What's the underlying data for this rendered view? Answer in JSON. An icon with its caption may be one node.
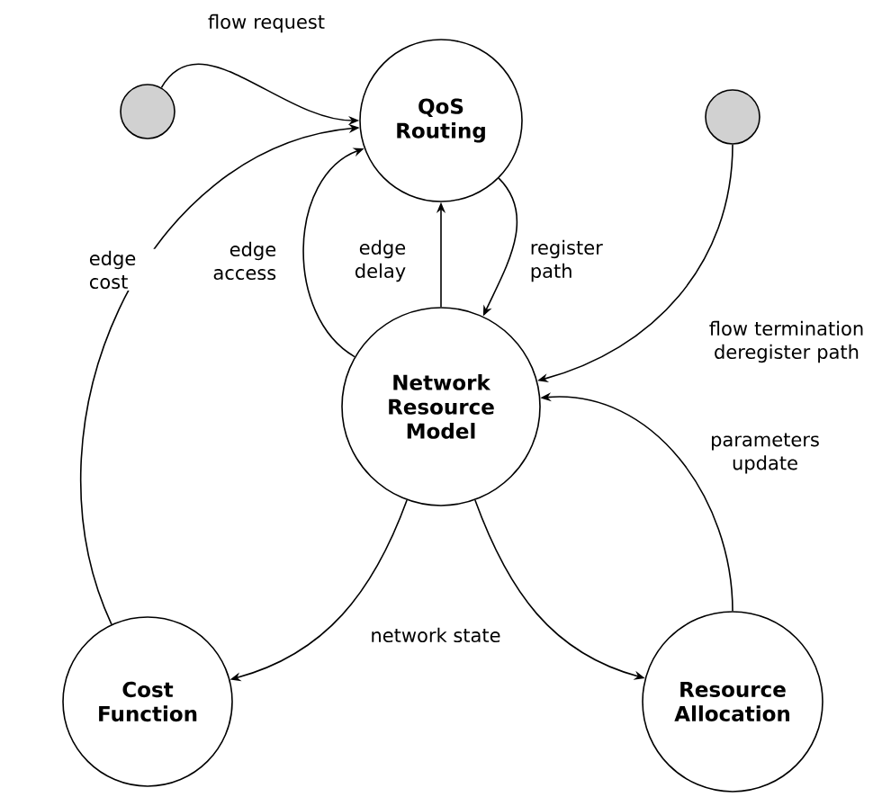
{
  "diagram": {
    "nodes": [
      {
        "text": [],
        "shape": "circle"
      },
      {
        "text": [
          "QoS Routing"
        ]
      },
      {
        "text": [],
        "shape": "circle"
      },
      {
        "text": [
          "Network Resource Model"
        ]
      },
      {
        "text": [
          "Cost Function"
        ]
      },
      {
        "text": [
          "Resource Allocation"
        ]
      }
    ],
    "edges": [
      {
        "from": 0,
        "to": 1,
        "arrow": "to",
        "label": "flow request"
      },
      {
        "from": 4,
        "to": 1,
        "arrow": "to",
        "label": "edge cost"
      },
      {
        "from": 3,
        "to": 1,
        "arrow": "to",
        "label": "edge access"
      },
      {
        "from": 3,
        "to": 1,
        "arrow": "to",
        "label": "edge delay"
      },
      {
        "from": 1,
        "to": 3,
        "arrow": "to",
        "label": "register path"
      },
      {
        "from": 2,
        "to": 3,
        "arrow": "to",
        "label": "flow termination deregister path"
      },
      {
        "from": 3,
        "to": 4,
        "arrow": "to"
      },
      {
        "from": 3,
        "to": 5,
        "arrow": "to"
      },
      {
        "from": 5,
        "to": 3,
        "arrow": "to",
        "label": "parameters update"
      }
    ],
    "labels": [
      "network state"
    ]
  }
}
